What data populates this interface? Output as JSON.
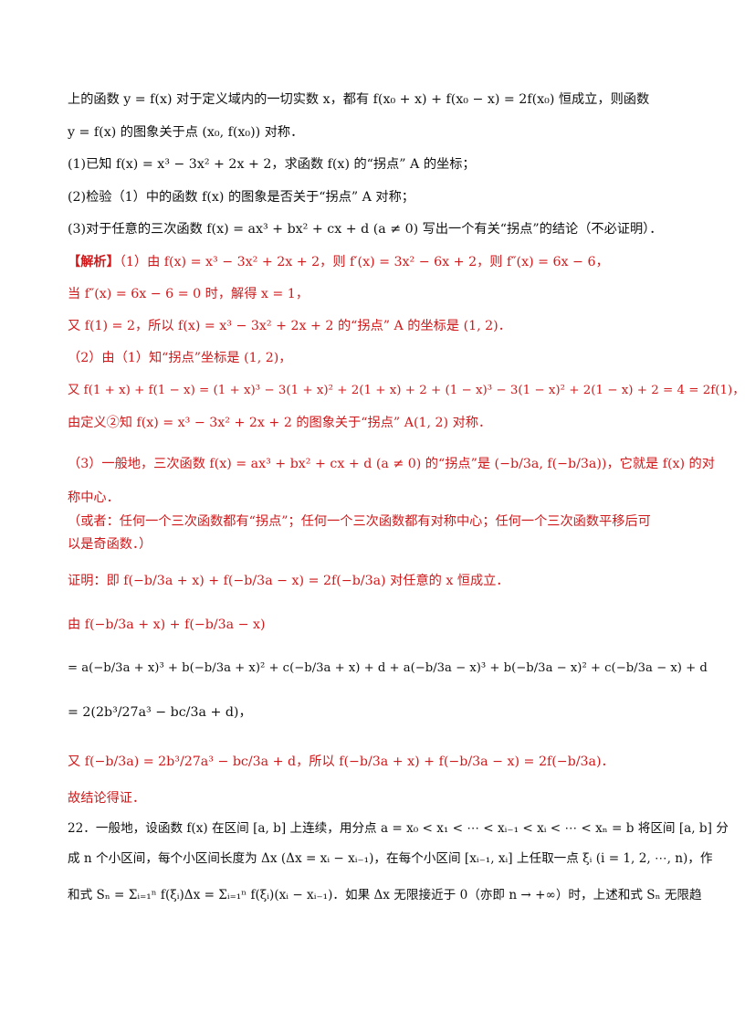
{
  "lines": [
    {
      "text": "上的函数 y = f(x) 对于定义域内的一切实数 x，都有 f(x₀ + x) + f(x₀ − x) = 2f(x₀) 恒成立，则函数",
      "color": "black"
    },
    {
      "text": "y = f(x) 的图象关于点 (x₀, f(x₀)) 对称．",
      "color": "black"
    },
    {
      "text": "(1)已知 f(x) = x³ − 3x² + 2x + 2，求函数 f(x) 的“拐点” A 的坐标；",
      "color": "black"
    },
    {
      "text": "(2)检验（1）中的函数 f(x) 的图象是否关于“拐点” A 对称；",
      "color": "black"
    },
    {
      "text": "(3)对于任意的三次函数 f(x) = ax³ + bx² + cx + d (a ≠ 0) 写出一个有关“拐点”的结论（不必证明）．",
      "color": "black"
    },
    {
      "text": "（1）由 f(x) = x³ − 3x² + 2x + 2，则 f′(x) = 3x² − 6x + 2，则 f″(x) = 6x − 6，",
      "color": "red",
      "tag": "【解析】"
    },
    {
      "text": "当 f″(x) = 6x − 6 = 0 时，解得 x = 1，",
      "color": "red"
    },
    {
      "text": "又 f(1) = 2，所以 f(x) = x³ − 3x² + 2x + 2 的“拐点” A 的坐标是 (1, 2)．",
      "color": "red"
    },
    {
      "text": "（2）由（1）知“拐点”坐标是 (1, 2)，",
      "color": "red"
    },
    {
      "text": "又 f(1 + x) + f(1 − x) = (1 + x)³ − 3(1 + x)² + 2(1 + x) + 2 + (1 − x)³ − 3(1 − x)² + 2(1 − x) + 2 = 4 = 2f(1)，",
      "color": "red"
    },
    {
      "text": "由定义②知 f(x) = x³ − 3x² + 2x + 2 的图象关于“拐点” A(1, 2) 对称．",
      "color": "red"
    },
    {
      "text": "（3）一般地，三次函数 f(x) = ax³ + bx² + cx + d (a ≠ 0) 的“拐点”是 (−b/3a, f(−b/3a))，它就是 f(x) 的对",
      "color": "red"
    },
    {
      "text": "称中心．",
      "color": "red"
    },
    {
      "text": "（或者：任何一个三次函数都有“拐点”；任何一个三次函数都有对称中心；任何一个三次函数平移后可",
      "color": "red"
    },
    {
      "text": "以是奇函数．）",
      "color": "red"
    },
    {
      "text": "证明：即 f(−b/3a + x) + f(−b/3a − x) = 2f(−b/3a) 对任意的 x 恒成立．",
      "color": "red"
    },
    {
      "text": "由 f(−b/3a + x) + f(−b/3a − x)",
      "color": "red"
    },
    {
      "text": "= a(−b/3a + x)³ + b(−b/3a + x)² + c(−b/3a + x) + d + a(−b/3a − x)³ + b(−b/3a − x)² + c(−b/3a − x) + d",
      "color": "black"
    },
    {
      "text": "= 2(2b³/27a³ − bc/3a + d)，",
      "color": "black"
    },
    {
      "text": "又 f(−b/3a) = 2b³/27a³ − bc/3a + d，所以 f(−b/3a + x) + f(−b/3a − x) = 2f(−b/3a)．",
      "color": "red"
    },
    {
      "text": "故结论得证．",
      "color": "red"
    },
    {
      "text": "22．一般地，设函数 f(x) 在区间 [a, b] 上连续，用分点 a = x₀ < x₁ < ⋯ < xᵢ₋₁ < xᵢ < ⋯ < xₙ = b 将区间 [a, b] 分",
      "color": "black"
    },
    {
      "text": "成 n 个小区间，每个小区间长度为 Δx (Δx = xᵢ − xᵢ₋₁)，在每个小区间 [xᵢ₋₁, xᵢ] 上任取一点 ξᵢ (i = 1, 2, ⋯, n)，作",
      "color": "black"
    },
    {
      "text": "和式 Sₙ = Σᵢ₌₁ⁿ f(ξᵢ)Δx = Σᵢ₌₁ⁿ f(ξᵢ)(xᵢ − xᵢ₋₁)．如果 Δx 无限接近于 0（亦即 n → +∞）时，上述和式 Sₙ 无限趋",
      "color": "black"
    }
  ]
}
